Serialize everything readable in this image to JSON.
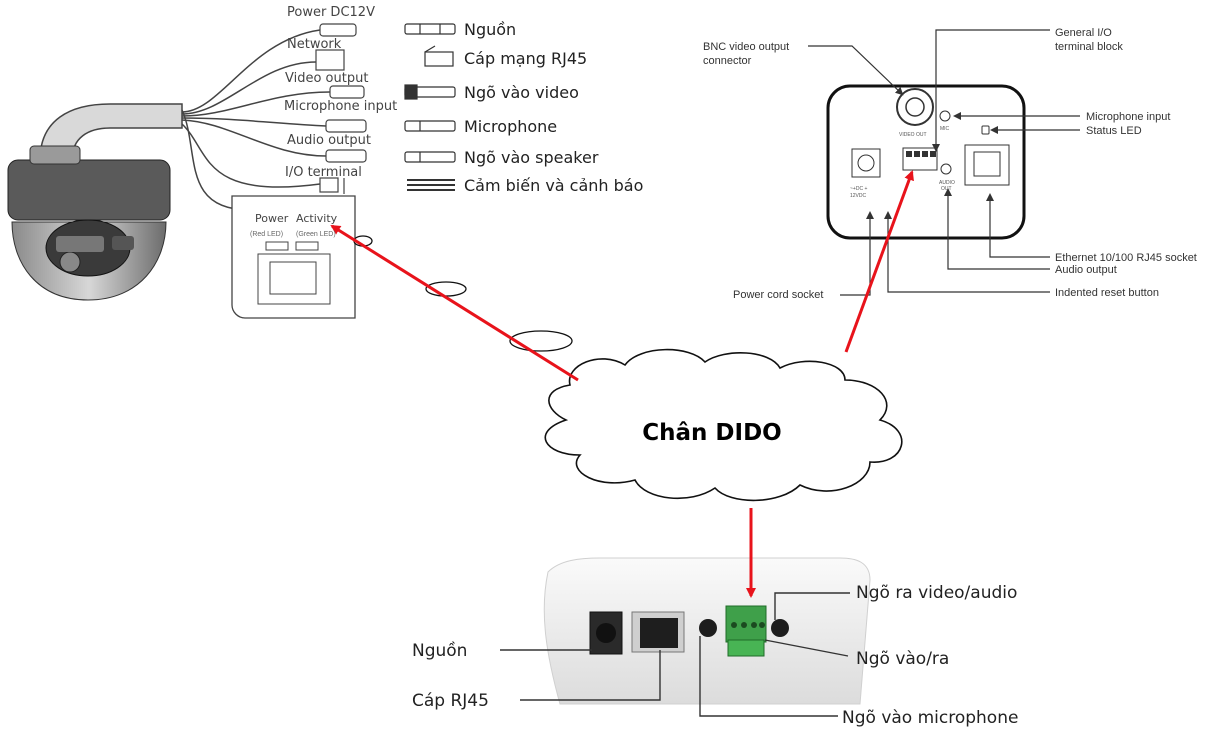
{
  "dome": {
    "cables": [
      {
        "label": "Power DC12V",
        "desc": "Nguồn"
      },
      {
        "label": "Network",
        "desc": "Cáp mạng RJ45"
      },
      {
        "label": "Video output",
        "desc": "Ngõ vào video"
      },
      {
        "label": "Microphone input",
        "desc": "Microphone"
      },
      {
        "label": "Audio output",
        "desc": "Ngõ vào speaker"
      },
      {
        "label": "I/O terminal",
        "desc": "Cảm biến và cảnh báo"
      }
    ],
    "panel_power": "Power",
    "panel_activity": "Activity",
    "panel_power_sub": "(Red LED)",
    "panel_activity_sub": "(Green LED)"
  },
  "box_camera": {
    "labels": {
      "bnc": [
        "BNC video output",
        "connector"
      ],
      "gio": [
        "General I/O",
        "terminal block"
      ],
      "mic": "Microphone input",
      "led": "Status LED",
      "eth": "Ethernet 10/100 RJ45 socket",
      "audio": "Audio output",
      "power": "Power cord socket",
      "reset": "Indented reset button"
    },
    "small_marks": {
      "video_out": "VIDEO OUT",
      "mic": "MIC",
      "audio_out": [
        "AUDIO",
        "OUT"
      ],
      "dc": [
        "~+DC +",
        "12VDC"
      ]
    }
  },
  "cloud": {
    "text": "Chân DIDO"
  },
  "bottom_device": {
    "labels": {
      "nguon": "Nguồn",
      "rj45": "Cáp RJ45",
      "video_audio": "Ngõ ra video/audio",
      "vao_ra": "Ngõ vào/ra",
      "mic": "Ngõ vào microphone"
    }
  },
  "colors": {
    "arrow": "#e8131b",
    "line": "#333333",
    "device": "#f1f1f1"
  }
}
